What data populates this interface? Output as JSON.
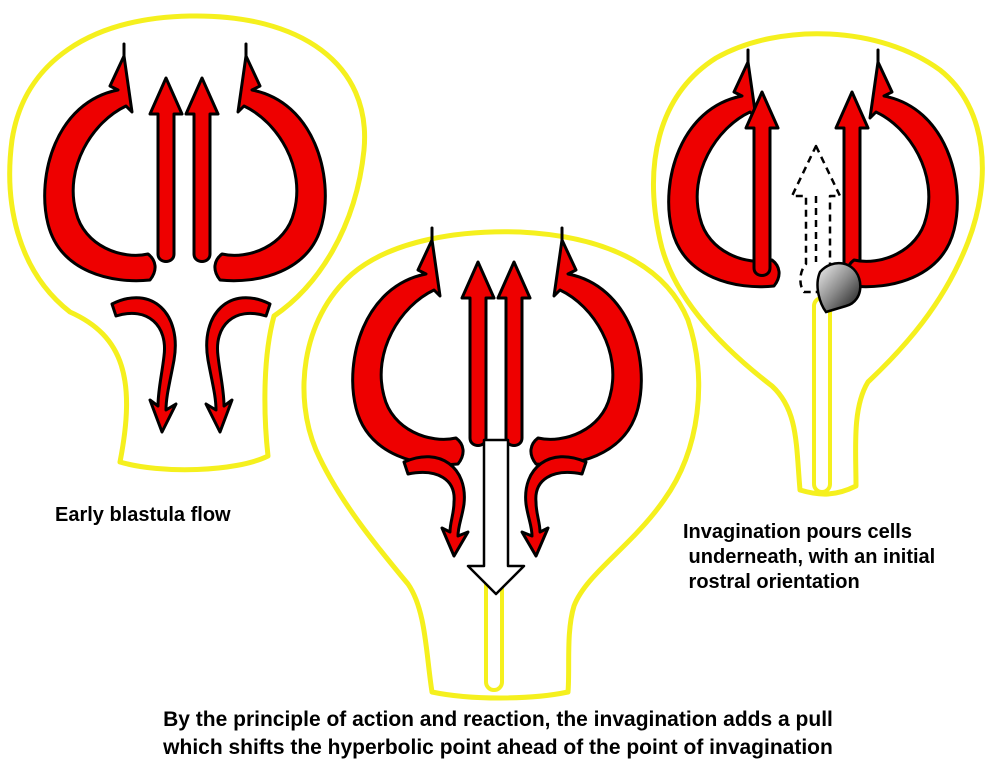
{
  "diagram": {
    "colors": {
      "embryo_outline": "#f5f01e",
      "flow_arrow": "#ee0000",
      "arrow_edge": "#000000",
      "background": "#ffffff"
    },
    "captions": {
      "early": "Early blastula flow",
      "invagination": "Invagination pours cells\n underneath, with an initial\n rostral orientation",
      "principle": "By the principle of action and reaction, the invagination adds a pull\nwhich shifts the hyperbolic point ahead of the point of invagination"
    }
  }
}
